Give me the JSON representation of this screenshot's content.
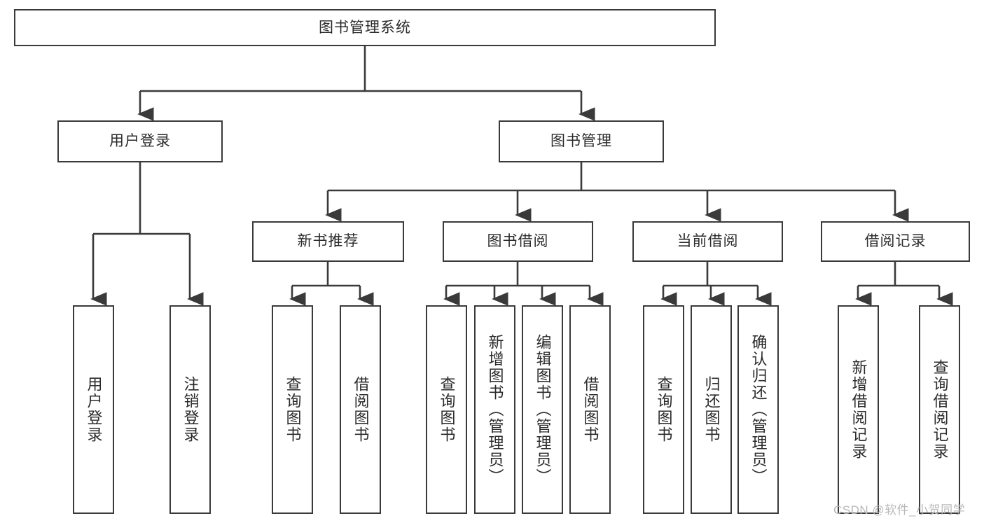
{
  "diagram": {
    "title": "图书管理系统",
    "type": "tree-hierarchy-chart",
    "root": {
      "label": "图书管理系统"
    },
    "level2": [
      {
        "label": "用户登录"
      },
      {
        "label": "图书管理"
      }
    ],
    "level3": [
      {
        "label": "新书推荐"
      },
      {
        "label": "图书借阅"
      },
      {
        "label": "当前借阅"
      },
      {
        "label": "借阅记录"
      }
    ],
    "leaves": {
      "user_login": [
        {
          "label": "用户登录"
        },
        {
          "label": "注销登录"
        }
      ],
      "new_book_recommend": [
        {
          "label": "查询图书"
        },
        {
          "label": "借阅图书"
        }
      ],
      "book_borrow": [
        {
          "label": "查询图书"
        },
        {
          "label": "新增图书（管理员）"
        },
        {
          "label": "编辑图书（管理员）"
        },
        {
          "label": "借阅图书"
        }
      ],
      "current_borrow": [
        {
          "label": "查询图书"
        },
        {
          "label": "归还图书"
        },
        {
          "label": "确认归还（管理员）"
        }
      ],
      "borrow_record": [
        {
          "label": "新增借阅记录"
        },
        {
          "label": "查询借阅记录"
        }
      ]
    },
    "watermark": "CSDN @软件_小贺同学",
    "colors": {
      "box_border": "#3a3a3a",
      "text": "#2b2b2b",
      "connector": "#3a3a3a",
      "background": "#ffffff",
      "watermark": "#b9b9b9"
    }
  }
}
